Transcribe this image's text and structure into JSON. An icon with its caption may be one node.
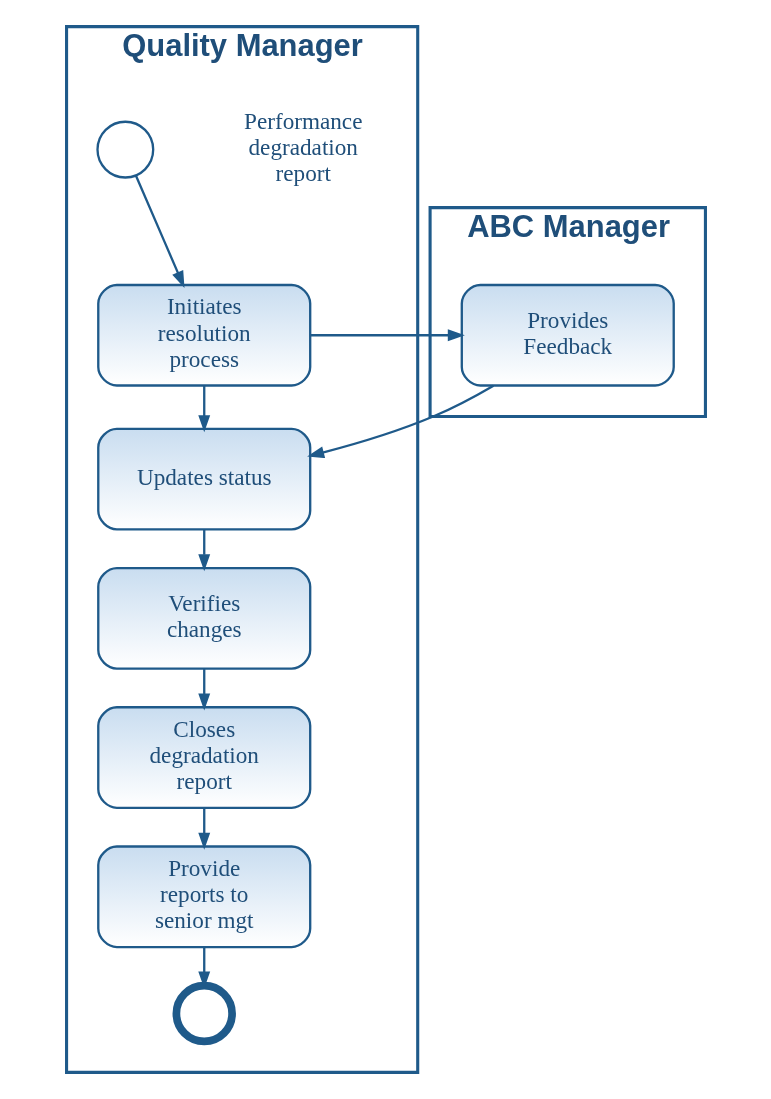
{
  "diagram": {
    "nodes": [
      {
        "text": [
          "Quality Manager"
        ]
      },
      {
        "text": [
          "ABC Manager"
        ]
      },
      {
        "text": [],
        "shape": "circle",
        "in": 0,
        "beside": [
          "Performance degradation report"
        ]
      },
      {
        "text": [
          "Initiates resolution process"
        ],
        "in": 0
      },
      {
        "text": [
          "Provides Feedback"
        ],
        "in": 1
      },
      {
        "text": [
          "Updates status"
        ],
        "in": 0
      },
      {
        "text": [
          "Verifies changes"
        ],
        "in": 0
      },
      {
        "text": [
          "Closes degradation report"
        ],
        "in": 0
      },
      {
        "text": [
          "Provide reports to senior mgt"
        ],
        "in": 0
      },
      {
        "text": [],
        "shape": "circle",
        "in": 0
      }
    ],
    "edges": [
      {
        "from": 2,
        "to": 3,
        "arrow": "to"
      },
      {
        "from": 3,
        "to": 4,
        "arrow": "to"
      },
      {
        "from": 3,
        "to": 5,
        "arrow": "to"
      },
      {
        "from": 4,
        "to": 5,
        "arrow": "to"
      },
      {
        "from": 5,
        "to": 6,
        "arrow": "to"
      },
      {
        "from": 6,
        "to": 7,
        "arrow": "to"
      },
      {
        "from": 7,
        "to": 8,
        "arrow": "to"
      },
      {
        "from": 8,
        "to": 9,
        "arrow": "to"
      }
    ]
  }
}
